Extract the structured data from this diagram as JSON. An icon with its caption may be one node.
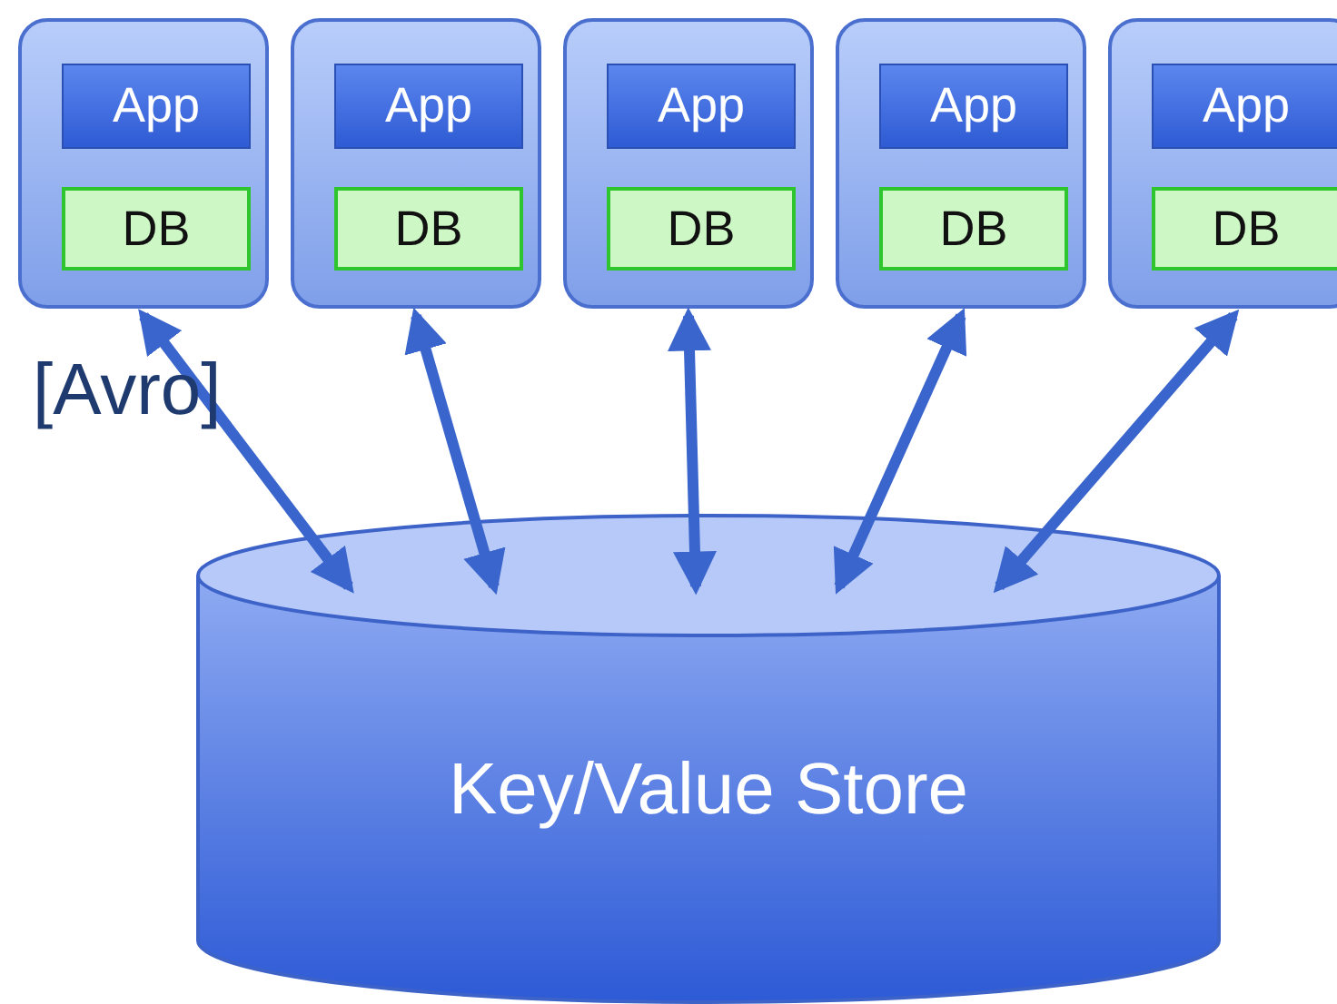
{
  "diagram": {
    "nodes": [
      {
        "text": [],
        "shape": "box"
      },
      {
        "text": [
          "App"
        ],
        "in": 0
      },
      {
        "text": [
          "DB"
        ],
        "in": 0
      },
      {
        "text": [],
        "shape": "box"
      },
      {
        "text": [
          "App"
        ],
        "in": 3
      },
      {
        "text": [
          "DB"
        ],
        "in": 3
      },
      {
        "text": [],
        "shape": "box"
      },
      {
        "text": [
          "App"
        ],
        "in": 6
      },
      {
        "text": [
          "DB"
        ],
        "in": 6
      },
      {
        "text": [],
        "shape": "box"
      },
      {
        "text": [
          "App"
        ],
        "in": 9
      },
      {
        "text": [
          "DB"
        ],
        "in": 9
      },
      {
        "text": [],
        "shape": "box"
      },
      {
        "text": [
          "App"
        ],
        "in": 12
      },
      {
        "text": [
          "DB"
        ],
        "in": 12
      },
      {
        "text": [
          "Key/Value Store"
        ]
      }
    ],
    "edges": [
      {
        "from": 0,
        "to": 15,
        "arrow": "both"
      },
      {
        "from": 3,
        "to": 15,
        "arrow": "both"
      },
      {
        "from": 6,
        "to": 15,
        "arrow": "both"
      },
      {
        "from": 9,
        "to": 15,
        "arrow": "both"
      },
      {
        "from": 12,
        "to": 15,
        "arrow": "both"
      }
    ],
    "labels": [
      "[Avro]"
    ]
  }
}
